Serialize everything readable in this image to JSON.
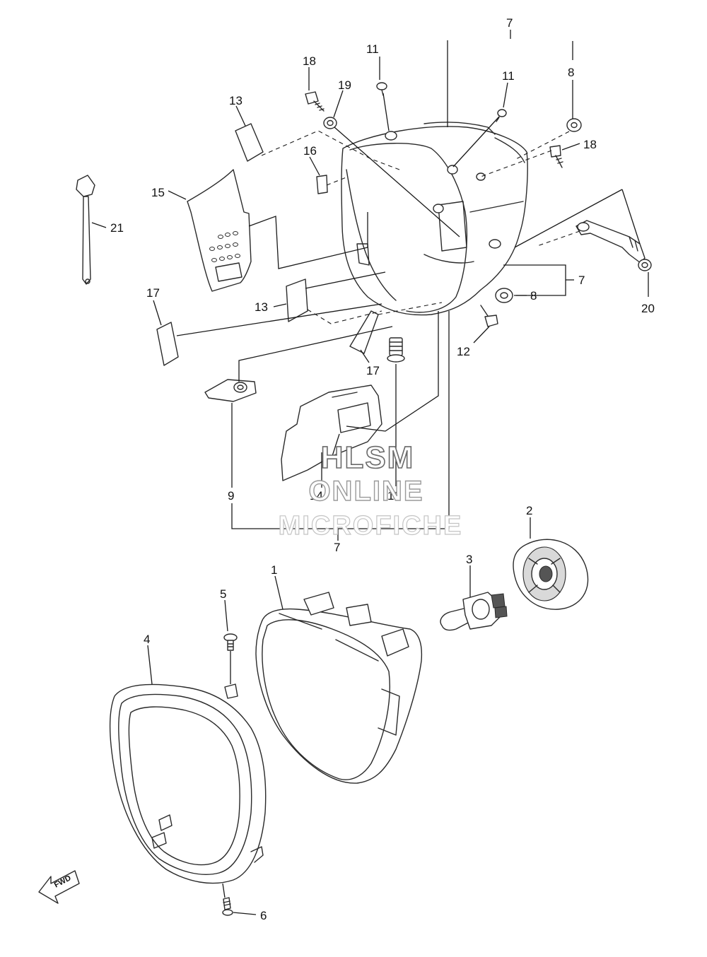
{
  "callouts": {
    "c1": "1",
    "c2": "2",
    "c3": "3",
    "c4": "4",
    "c5": "5",
    "c6": "6",
    "c7_top": "7",
    "c7_right": "7",
    "c7_bottom": "7",
    "c8_top": "8",
    "c8_mid": "8",
    "c9": "9",
    "c10": "10",
    "c11_left": "11",
    "c11_right": "11",
    "c12": "12",
    "c13_top": "13",
    "c13_mid": "13",
    "c14": "14",
    "c15": "15",
    "c16": "16",
    "c17_left": "17",
    "c17_mid": "17",
    "c18_left": "18",
    "c18_right": "18",
    "c19": "19",
    "c20": "20",
    "c21": "21"
  },
  "watermark": {
    "line1": "HLSM",
    "line2": "ONLINE",
    "line3": "MICROFICHE"
  },
  "fwd_arrow": {
    "label": "FWD",
    "icon": "fwd-arrow-icon"
  }
}
